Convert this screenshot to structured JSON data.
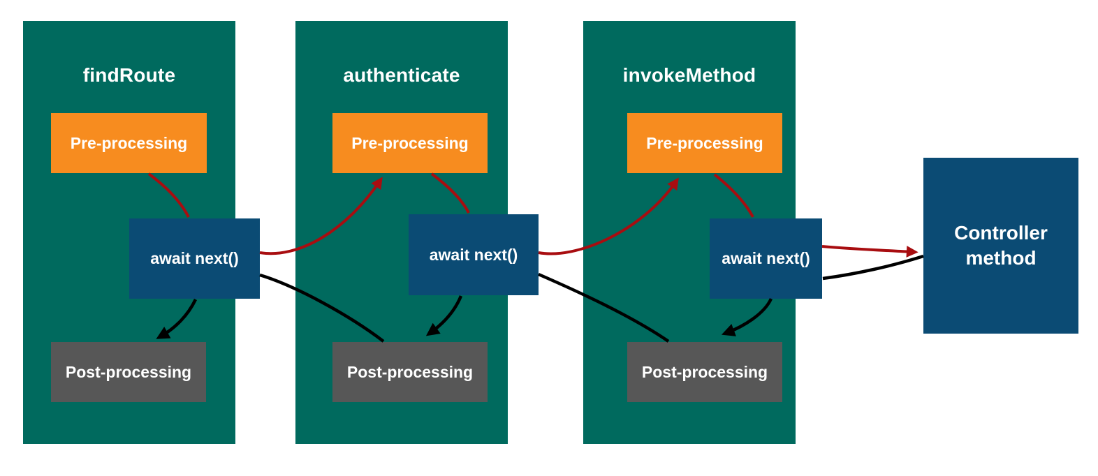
{
  "diagram": {
    "columns": [
      {
        "title": "findRoute",
        "pre_label": "Pre-processing",
        "await_label": "await next()",
        "post_label": "Post-processing"
      },
      {
        "title": "authenticate",
        "pre_label": "Pre-processing",
        "await_label": "await next()",
        "post_label": "Post-processing"
      },
      {
        "title": "invokeMethod",
        "pre_label": "Pre-processing",
        "await_label": "await next()",
        "post_label": "Post-processing"
      }
    ],
    "controller": {
      "line1": "Controller",
      "line2": "method"
    },
    "connections": [
      {
        "from": "findRoute.pre-processing",
        "to": "findRoute.await-next",
        "type": "forward"
      },
      {
        "from": "findRoute.await-next",
        "to": "authenticate.pre-processing",
        "type": "forward",
        "arrowhead": true
      },
      {
        "from": "authenticate.pre-processing",
        "to": "authenticate.await-next",
        "type": "forward"
      },
      {
        "from": "authenticate.await-next",
        "to": "invokeMethod.pre-processing",
        "type": "forward",
        "arrowhead": true
      },
      {
        "from": "invokeMethod.pre-processing",
        "to": "invokeMethod.await-next",
        "type": "forward"
      },
      {
        "from": "invokeMethod.await-next",
        "to": "controller-method",
        "type": "forward",
        "arrowhead": true
      },
      {
        "from": "findRoute.await-next",
        "to": "findRoute.post-processing",
        "type": "return",
        "arrowhead": true
      },
      {
        "from": "findRoute.await-next",
        "to": "authenticate.post-processing",
        "type": "return"
      },
      {
        "from": "authenticate.await-next",
        "to": "authenticate.post-processing",
        "type": "return",
        "arrowhead": true
      },
      {
        "from": "authenticate.await-next",
        "to": "invokeMethod.post-processing",
        "type": "return"
      },
      {
        "from": "invokeMethod.await-next",
        "to": "invokeMethod.post-processing",
        "type": "return",
        "arrowhead": true
      },
      {
        "from": "controller-method",
        "to": "invokeMethod.await-next",
        "type": "return"
      }
    ],
    "colors": {
      "page_bg": "#ffffff",
      "column_bg": "#006a5e",
      "pre_bg": "#f78c1f",
      "await_bg": "#0b4b74",
      "post_bg": "#575757",
      "label_text": "#ffffff",
      "forward_arrow": "#a80d10",
      "return_arrow": "#000000"
    }
  }
}
